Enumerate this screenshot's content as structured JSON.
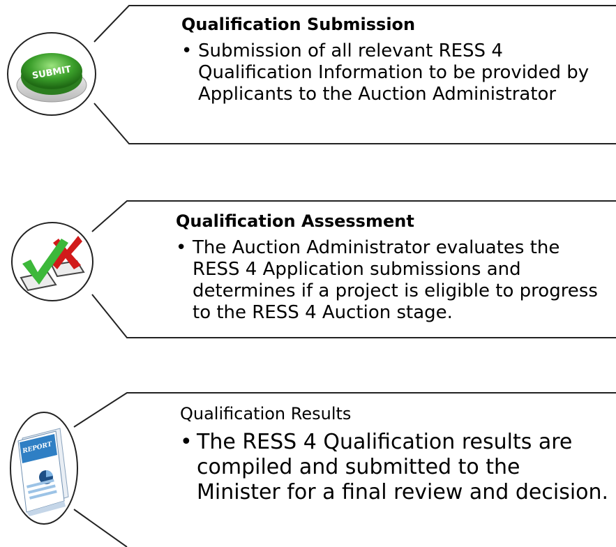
{
  "steps": [
    {
      "title": "Qualification Submission",
      "title_bold": true,
      "bullet": "Submission of all relevant RESS 4 Qualification Information to be provided by Applicants to the Auction Administrator",
      "icon": "submit-button-icon",
      "icon_label": "SUBMIT"
    },
    {
      "title": "Qualification Assessment",
      "title_bold": true,
      "bullet": "The Auction Administrator evaluates the RESS 4 Application submissions and determines if a project is eligible to progress to the RESS 4 Auction stage.",
      "icon": "checkbox-tick-cross-icon"
    },
    {
      "title": "Qualification Results",
      "title_bold": false,
      "bullet": "The RESS 4 Qualification results are compiled and submitted to the Minister for a final review and decision.",
      "icon": "report-document-icon",
      "icon_label": "REPORT"
    }
  ],
  "colors": {
    "submit_green": "#3a9e2a",
    "tick_green": "#3db83a",
    "cross_red": "#d11a1a",
    "report_blue": "#2f7fc4"
  }
}
